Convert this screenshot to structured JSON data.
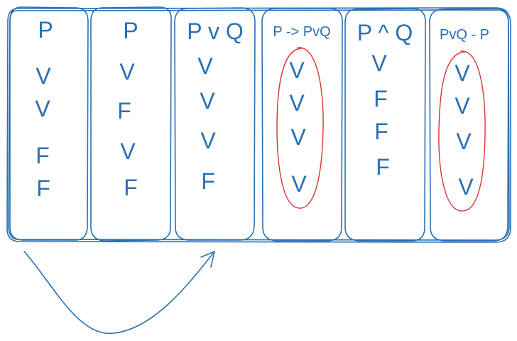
{
  "columns": [
    {
      "header": "P",
      "values": [
        "V",
        "V",
        "F",
        "F"
      ],
      "circled": false
    },
    {
      "header": "P",
      "values": [
        "V",
        "F",
        "V",
        "F"
      ],
      "circled": false
    },
    {
      "header": "P v Q",
      "values": [
        "V",
        "V",
        "V",
        "F"
      ],
      "circled": false
    },
    {
      "header": "P -> PvQ",
      "values": [
        "V",
        "V",
        "V",
        "V"
      ],
      "circled": true
    },
    {
      "header": "P ^ Q",
      "values": [
        "V",
        "F",
        "F",
        "F"
      ],
      "circled": false
    },
    {
      "header": "PvQ - P",
      "values": [
        "V",
        "V",
        "V",
        "V"
      ],
      "circled": true
    }
  ],
  "colors": {
    "ink": "#2a6fb5",
    "highlight": "#d93333"
  },
  "icons": [
    "curved-arrow-icon"
  ]
}
